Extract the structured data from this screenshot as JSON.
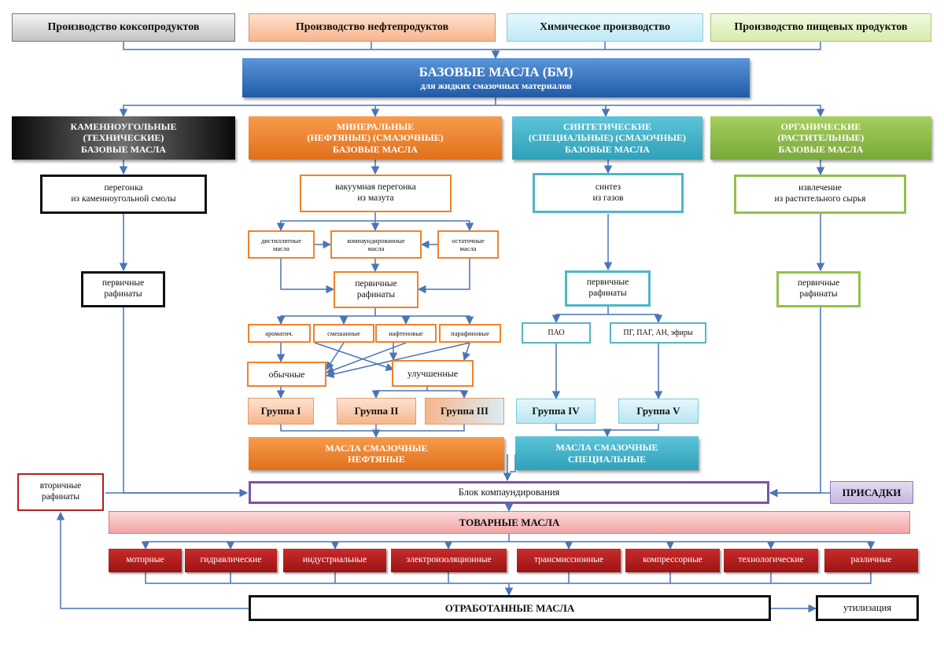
{
  "sources": [
    "Производство коксопродуктов",
    "Производство нефтепродуктов",
    "Химическое производство",
    "Производство пищевых продуктов"
  ],
  "base": {
    "title": "БАЗОВЫЕ МАСЛА (БМ)",
    "subtitle": "для жидких смазочных материалов"
  },
  "categories": [
    {
      "lines": [
        "КАМЕННОУГОЛЬНЫЕ",
        "(ТЕХНИЧЕСКИЕ)",
        "БАЗОВЫЕ МАСЛА"
      ]
    },
    {
      "lines": [
        "МИНЕРАЛЬНЫЕ",
        "(НЕФТЯНЫЕ) (СМАЗОЧНЫЕ)",
        "БАЗОВЫЕ МАСЛА"
      ]
    },
    {
      "lines": [
        "СИНТЕТИЧЕСКИЕ",
        "(СПЕЦИАЛЬНЫЕ) (СМАЗОЧНЫЕ)",
        "БАЗОВЫЕ МАСЛА"
      ]
    },
    {
      "lines": [
        "ОРГАНИЧЕСКИЕ",
        "(РАСТИТЕЛЬНЫЕ)",
        "БАЗОВЫЕ МАСЛА"
      ]
    }
  ],
  "processes": [
    {
      "lines": [
        "перегонка",
        "из каменноугольной смолы"
      ]
    },
    {
      "lines": [
        "вакуумная перегонка",
        "из мазута"
      ]
    },
    {
      "lines": [
        "синтез",
        "из газов"
      ]
    },
    {
      "lines": [
        "извлечение",
        "из растительного сырья"
      ]
    }
  ],
  "mineral_sub": [
    {
      "lines": [
        "дистиллятные",
        "масла"
      ]
    },
    {
      "lines": [
        "компаундированные",
        "масла"
      ]
    },
    {
      "lines": [
        "остаточные",
        "масла"
      ]
    }
  ],
  "primary": [
    "первичные",
    "рафинаты"
  ],
  "oil_types": [
    "ароматич.",
    "смешанные",
    "нафтеновые",
    "парафиновые"
  ],
  "qualities": [
    "обычные",
    "улучшенные"
  ],
  "synthetic_types": [
    "ПАО",
    "ПГ, ПАГ, АН, эфиры"
  ],
  "groups": [
    "Группа I",
    "Группа II",
    "Группа III",
    "Группа IV",
    "Группа V"
  ],
  "lub_oils": [
    {
      "lines": [
        "МАСЛА СМАЗОЧНЫЕ",
        "НЕФТЯНЫЕ"
      ]
    },
    {
      "lines": [
        "МАСЛА СМАЗОЧНЫЕ",
        "СПЕЦИАЛЬНЫЕ"
      ]
    }
  ],
  "secondary": [
    "вторичные",
    "рафинаты"
  ],
  "compounding": "Блок компаундирования",
  "additives": "ПРИСАДКИ",
  "commercial": "ТОВАРНЫЕ МАСЛА",
  "products": [
    "моторные",
    "гидравлические",
    "индустриальные",
    "электроизоляционные",
    "трансмиссионные",
    "компрессорные",
    "технологические",
    "различные"
  ],
  "waste": "ОТРАБОТАННЫЕ МАСЛА",
  "disposal": "утилизация",
  "colors": {
    "line": "#4a74b6",
    "orange": "#f0822a",
    "teal": "#4fb6c9",
    "green": "#93c04b",
    "blue": "#2f6fbd",
    "red": "#b52020",
    "purple": "#7a55a8"
  }
}
